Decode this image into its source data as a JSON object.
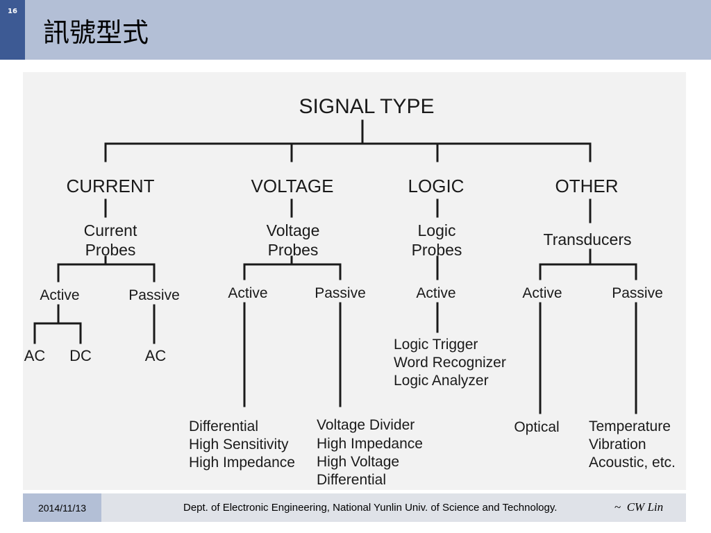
{
  "slide": {
    "number": "16",
    "title": "訊號型式"
  },
  "diagram": {
    "root": "SIGNAL TYPE",
    "categories": {
      "current": "CURRENT",
      "voltage": "VOLTAGE",
      "logic": "LOGIC",
      "other": "OTHER"
    },
    "current": {
      "probe": [
        "Current",
        "Probes"
      ],
      "active": "Active",
      "passive": "Passive",
      "active_ac": "AC",
      "active_dc": "DC",
      "passive_ac": "AC"
    },
    "voltage": {
      "probe": [
        "Voltage",
        "Probes"
      ],
      "active": "Active",
      "passive": "Passive",
      "active_list": [
        "Differential",
        "High Sensitivity",
        "High Impedance"
      ],
      "passive_list": [
        "Voltage Divider",
        "High Impedance",
        "High Voltage",
        "Differential"
      ]
    },
    "logic": {
      "probe": [
        "Logic",
        "Probes"
      ],
      "active": "Active",
      "active_list": [
        "Logic Trigger",
        "Word Recognizer",
        "Logic Analyzer"
      ]
    },
    "other": {
      "probe": "Transducers",
      "active": "Active",
      "passive": "Passive",
      "active_item": "Optical",
      "passive_list": [
        "Temperature",
        "Vibration",
        "Acoustic, etc."
      ]
    }
  },
  "footer": {
    "date": "2014/11/13",
    "dept": "Dept. of Electronic Engineering, National Yunlin Univ. of Science and Technology.",
    "tilde": "~",
    "author": "CW Lin"
  }
}
